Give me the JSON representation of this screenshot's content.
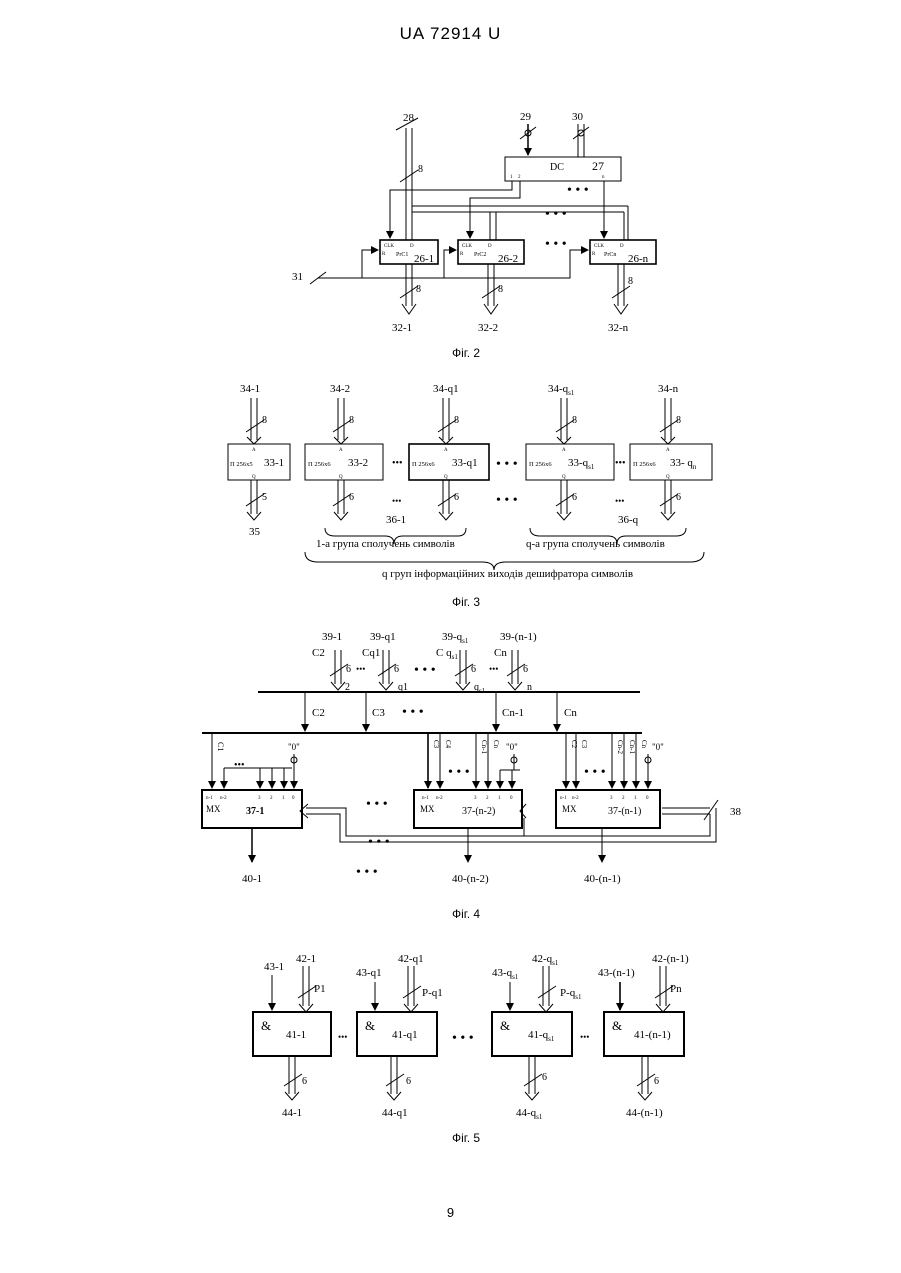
{
  "header": {
    "doc_number": "UA   72914   U"
  },
  "page_number": "9",
  "fig2": {
    "caption": "Фіг. 2",
    "inputs": {
      "data": "28",
      "dc_in": "29",
      "dc_clk": "30",
      "reset": "31"
    },
    "bus_width": "8",
    "decoder": {
      "name": "DC",
      "id": "27",
      "out1": "1",
      "out2": "2",
      "outn": "n"
    },
    "registers": [
      {
        "id": "26-1",
        "label": "PrC1",
        "clk": "CLK",
        "d": "D",
        "r": "R",
        "out": "32-1"
      },
      {
        "id": "26-2",
        "label": "PrC2",
        "clk": "CLK",
        "d": "D",
        "r": "R",
        "out": "32-2"
      },
      {
        "id": "26-n",
        "label": "PrCn",
        "clk": "CLK",
        "d": "D",
        "r": "R",
        "out": "32-n"
      }
    ]
  },
  "fig3": {
    "caption": "Фіг. 3",
    "in_width": "8",
    "addr_pin": "A",
    "data_pin": "Q",
    "blocks": [
      {
        "input": "34-1",
        "type": "П 256x5",
        "id": "33-1",
        "out_width": "5"
      },
      {
        "input": "34-2",
        "type": "П 256x6",
        "id": "33-2",
        "out_width": "6"
      },
      {
        "input": "34-q1",
        "type": "П 256x6",
        "id": "33-q1",
        "out_width": "6"
      },
      {
        "input": "34-q",
        "input_sub": "s1",
        "type": "П 256x6",
        "id": "33-q",
        "id_sub": "s1",
        "out_width": "6"
      },
      {
        "input": "34-n",
        "type": "П 256x6",
        "id": "33- q",
        "id_sub": "n",
        "out_width": "6"
      }
    ],
    "out_first": "35",
    "group_bus_1": "36-1",
    "group_bus_q": "36-q",
    "group_1": "1-а група сполучень символів",
    "group_q": "q-а група сполучень символів",
    "all_groups": "q груп інформаційних виходів дешифратора символів"
  },
  "fig4": {
    "caption": "Фіг. 4",
    "inputs": [
      {
        "id": "39-1",
        "sig": "C2",
        "bus": "2"
      },
      {
        "id": "39-q1",
        "sig": "Cq1",
        "bus": "q1"
      },
      {
        "id": "39-q",
        "id_sub": "s1",
        "sig": "C q",
        "sig_sub": "s1",
        "bus": "q",
        "bus_sub": "s1"
      },
      {
        "id": "39-(n-1)",
        "sig": "Cn",
        "bus": "n"
      }
    ],
    "width": "6",
    "bus_taps": [
      "C2",
      "C3",
      "Cn-1",
      "Cn"
    ],
    "mux_type": "MX",
    "zero": "\"0\"",
    "muxes": [
      {
        "id": "37-1",
        "out": "40-1",
        "pins": [
          "n-1",
          "n-2",
          "3",
          "2",
          "1",
          "0"
        ],
        "left_sig": "C1"
      },
      {
        "id": "37-(n-2)",
        "out": "40-(n-2)",
        "pins": [
          "n-1",
          "n-2",
          "3",
          "2",
          "1",
          "0"
        ],
        "sigs": [
          "C3",
          "C4",
          "Cn-1",
          "Cn"
        ]
      },
      {
        "id": "37-(n-1)",
        "out": "40-(n-1)",
        "pins": [
          "n-1",
          "n-2",
          "3",
          "2",
          "1",
          "0"
        ],
        "sigs": [
          "C2",
          "C3",
          "Cn-2",
          "Cn-1",
          "Cn"
        ]
      }
    ],
    "ctrl": "38"
  },
  "fig5": {
    "caption": "Фіг. 5",
    "op": "&",
    "out_width": "6",
    "gates": [
      {
        "en": "43-1",
        "in": "42-1",
        "p": "P1",
        "id": "41-1",
        "out": "44-1"
      },
      {
        "en": "43-q1",
        "in": "42-q1",
        "p": "P-q1",
        "id": "41-q1",
        "out": "44-q1"
      },
      {
        "en": "43-q",
        "en_sub": "s1",
        "in": "42-q",
        "in_sub": "s1",
        "p": "P-q",
        "p_sub": "s1",
        "id": "41-q",
        "id_sub": "s1",
        "out": "44-q",
        "out_sub": "s1"
      },
      {
        "en": "43-(n-1)",
        "in": "42-(n-1)",
        "p": "Pn",
        "id": "41-(n-1)",
        "out": "44-(n-1)"
      }
    ]
  }
}
